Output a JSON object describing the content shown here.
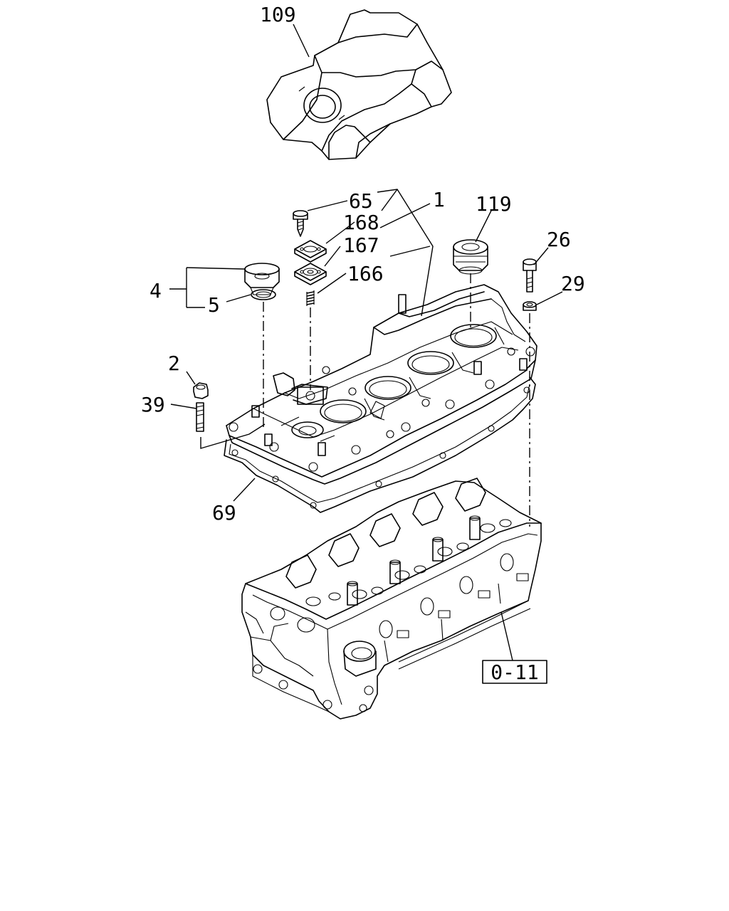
{
  "callouts": {
    "c109": "109",
    "c65": "65",
    "c1": "1",
    "c168": "168",
    "c119": "119",
    "c167": "167",
    "c26": "26",
    "c166": "166",
    "c4": "4",
    "c29": "29",
    "c5": "5",
    "c2": "2",
    "c39": "39",
    "c69": "69"
  },
  "reference_box": {
    "label": "0-11"
  },
  "icons": {
    "engine_cover": "engine-cover-icon",
    "cylinder_head_cover": "cylinder-head-cover-icon",
    "cylinder_head": "cylinder-head-icon",
    "gasket": "gasket-icon"
  }
}
